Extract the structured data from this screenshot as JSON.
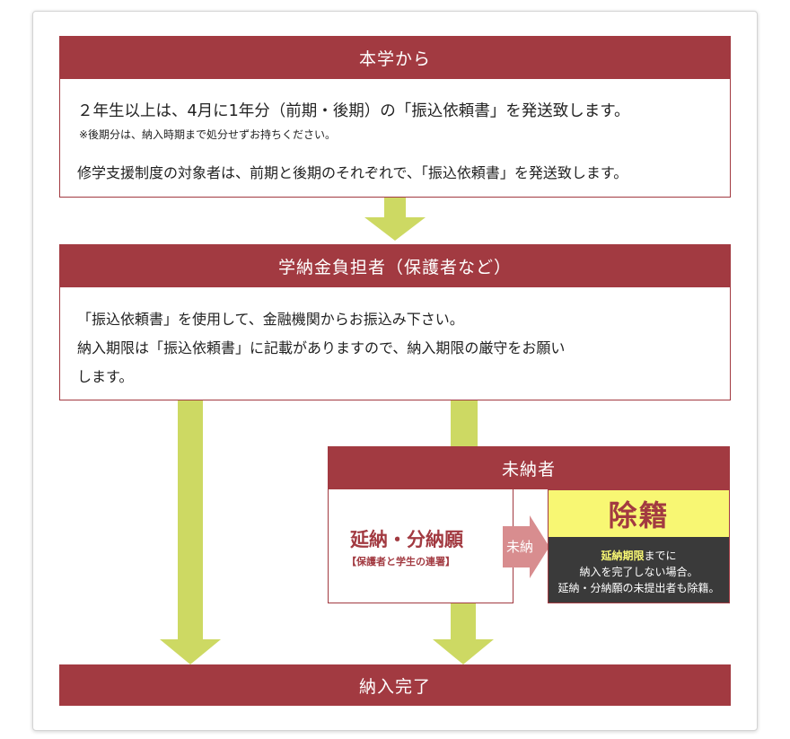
{
  "university": {
    "title": "本学から",
    "line1": "２年生以上は、4月に1年分（前期・後期）の「振込依頼書」を発送致します。",
    "note": "※後期分は、納入時期まで処分せずお持ちください。",
    "line2": "修学支援制度の対象者は、前期と後期のそれぞれで、「振込依頼書」を発送致します。"
  },
  "payer": {
    "title": "学納金負担者（保護者など）",
    "line1": "「振込依頼書」を使用して、金融機関からお振込み下さい。",
    "line2": "納入期限は「振込依頼書」に記載がありますので、納入期限の厳守をお願い",
    "line3": "します。"
  },
  "unpaid": {
    "title": "未納者",
    "deferral_title": "延納・分納願",
    "deferral_sub": "【保護者と学生の連署】",
    "arrow_label": "未納",
    "expulsion_title": "除籍",
    "expulsion_highlight": "延納期限",
    "expulsion_line1_rest": "までに",
    "expulsion_line2": "納入を完了しない場合。",
    "expulsion_line3": "延納・分納願の未提出者も除籍。"
  },
  "complete": {
    "title": "納入完了"
  },
  "colors": {
    "header_red": "#a23a41",
    "arrow_green": "#cdd963",
    "pink_arrow": "#d88d8f",
    "yellow": "#f8f773",
    "dark_panel": "#3a3a3a"
  }
}
